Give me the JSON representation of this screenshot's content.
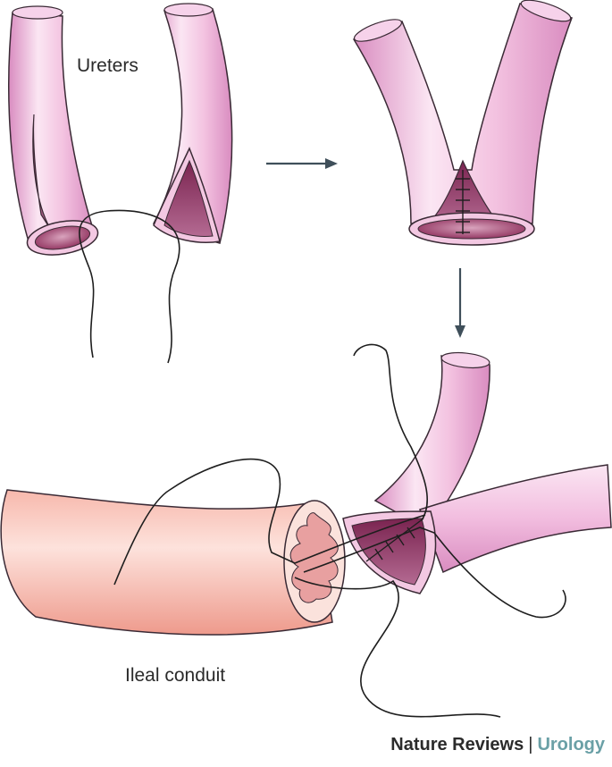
{
  "labels": {
    "ureters": "Ureters",
    "ileal_conduit": "Ileal conduit"
  },
  "credit": {
    "publisher": "Nature Reviews",
    "separator": "|",
    "journal": "Urology"
  },
  "colors": {
    "ureter_light": "#fbe6f3",
    "ureter_mid": "#efb3d8",
    "ureter_dark": "#d98cc0",
    "lumen": "#8e2f5c",
    "bowel_light": "#fbd6d0",
    "bowel_dark": "#ee9a8c",
    "mucosa": "#e8a0a0",
    "suture": "#1e1e1e",
    "arrow": "#3f4f5a",
    "journal_teal": "#6aa0a6"
  }
}
